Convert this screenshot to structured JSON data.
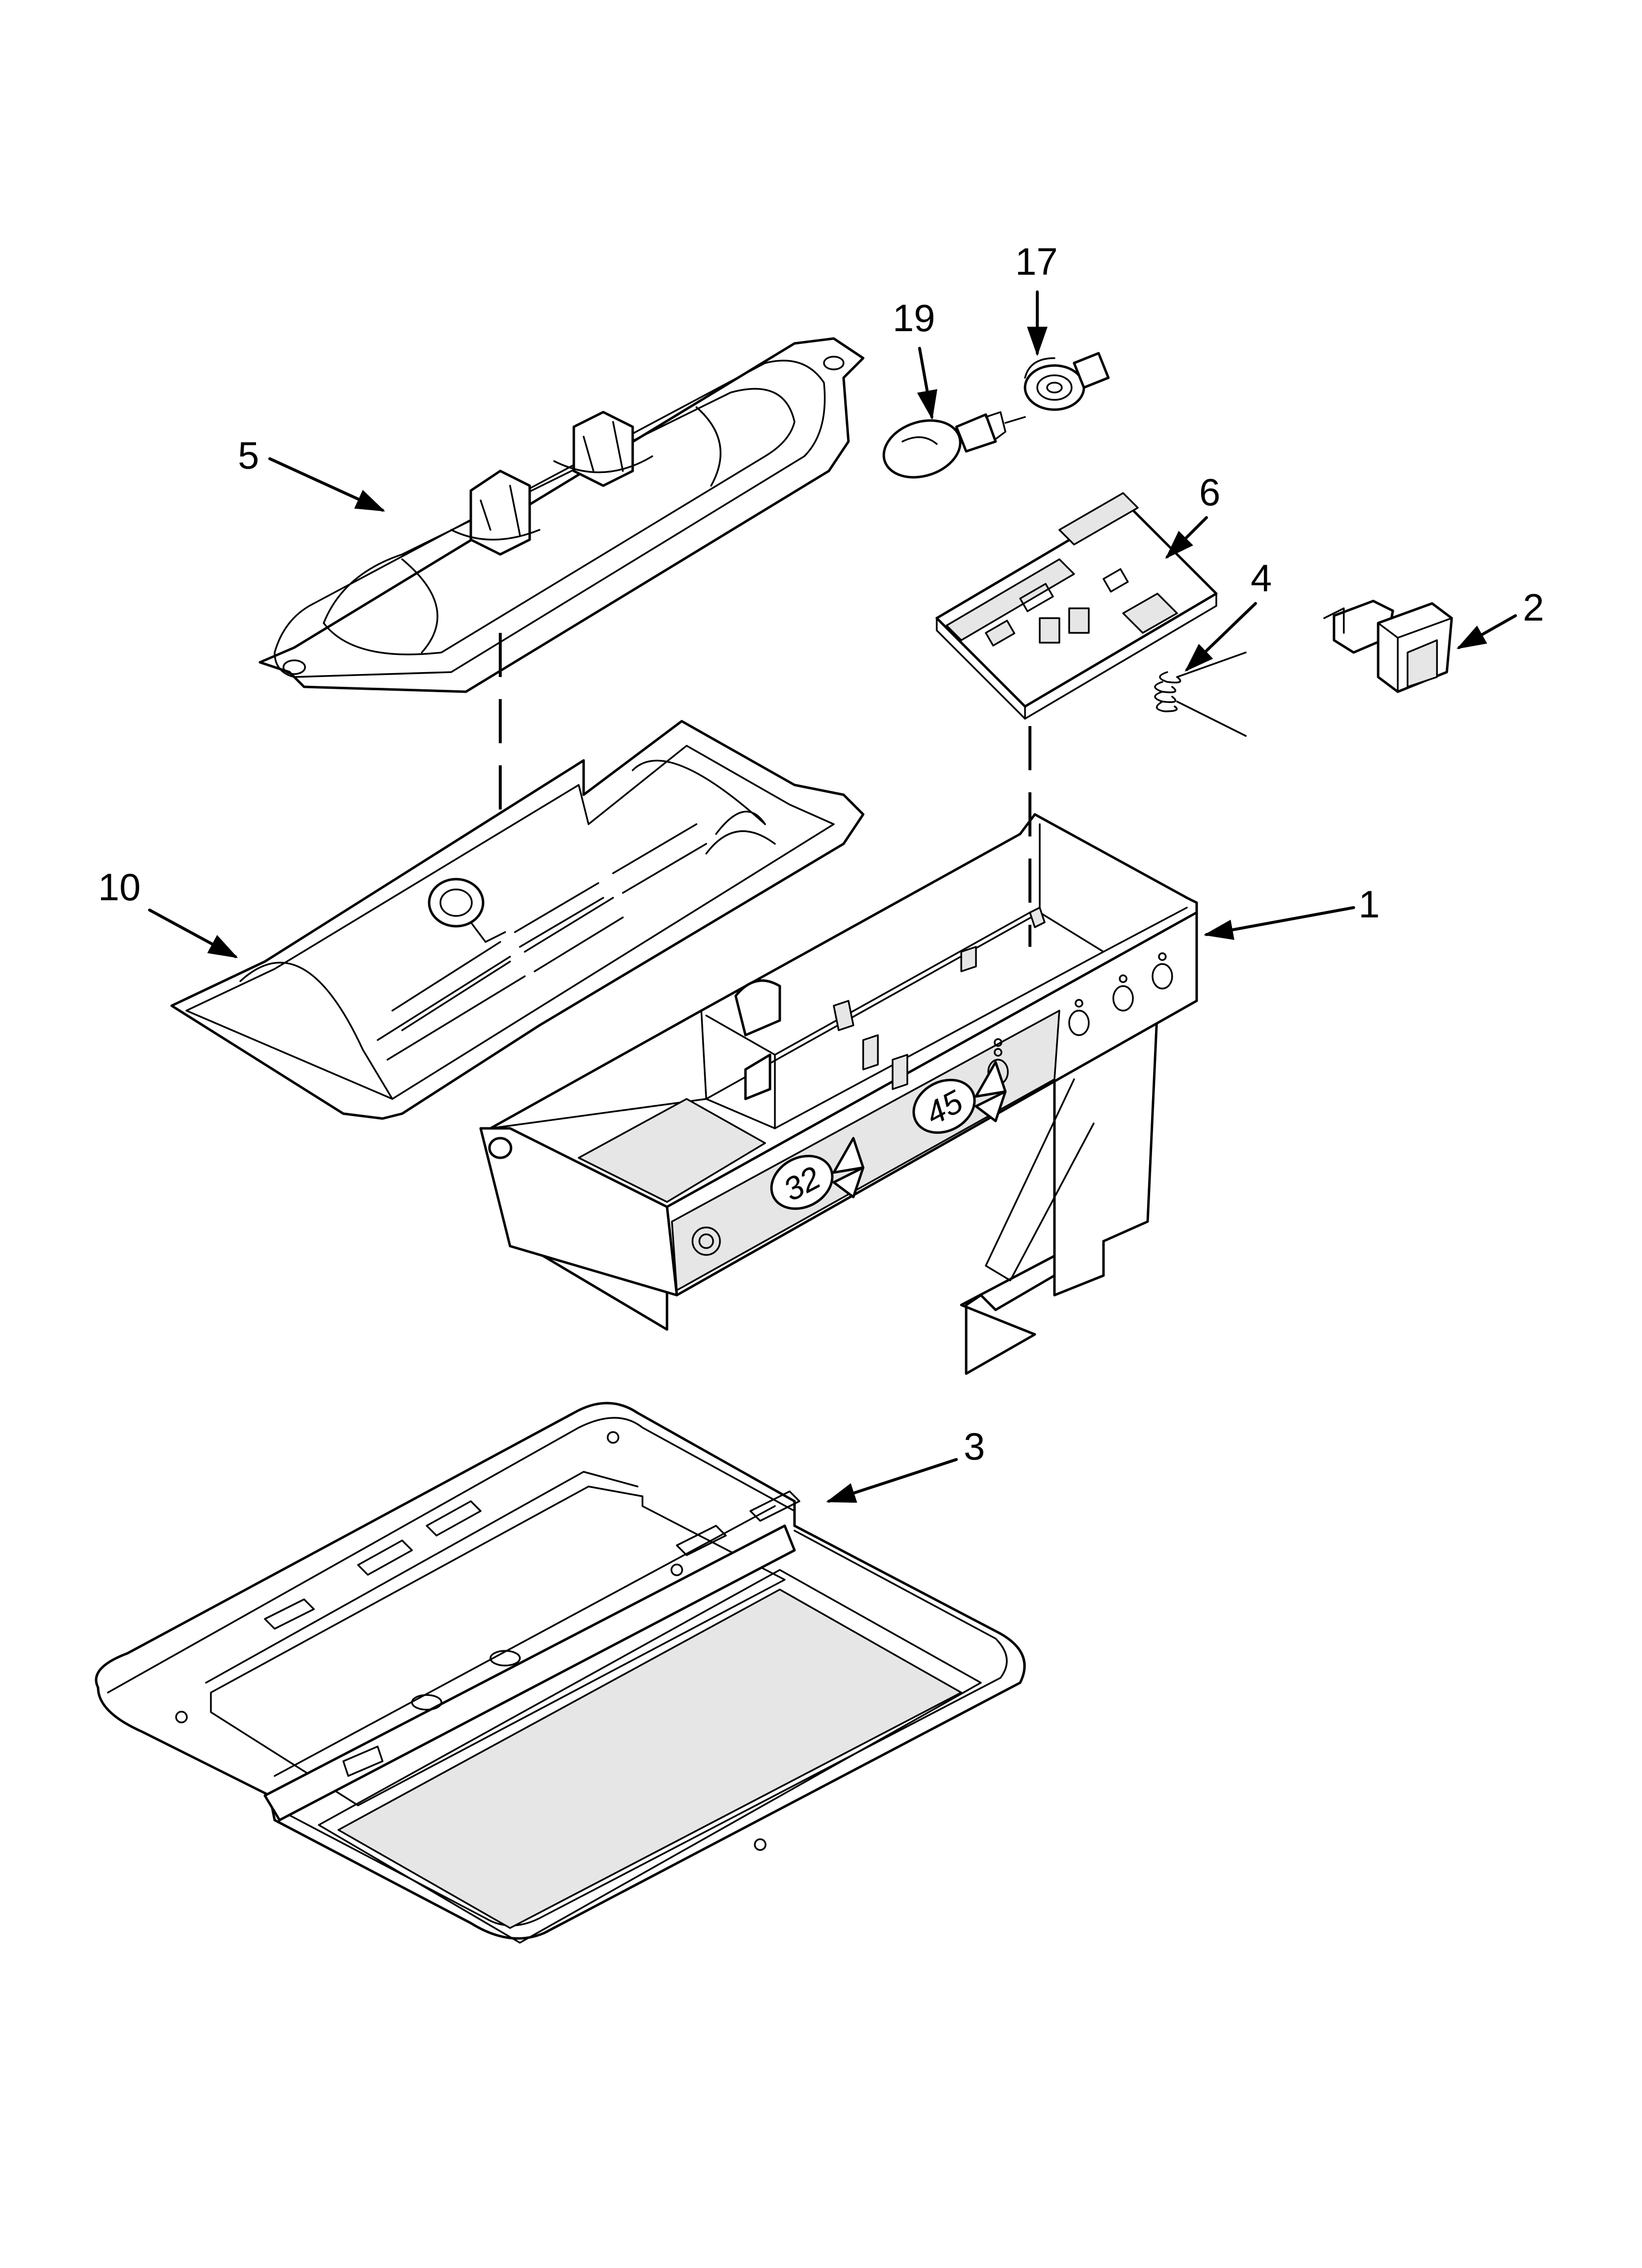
{
  "callouts": {
    "p1": "1",
    "p2": "2",
    "p3": "3",
    "p4": "4",
    "p5": "5",
    "p6": "6",
    "p10": "10",
    "p17": "17",
    "p19": "19"
  },
  "panel_display": {
    "left_temp": "32",
    "right_temp": "45"
  }
}
